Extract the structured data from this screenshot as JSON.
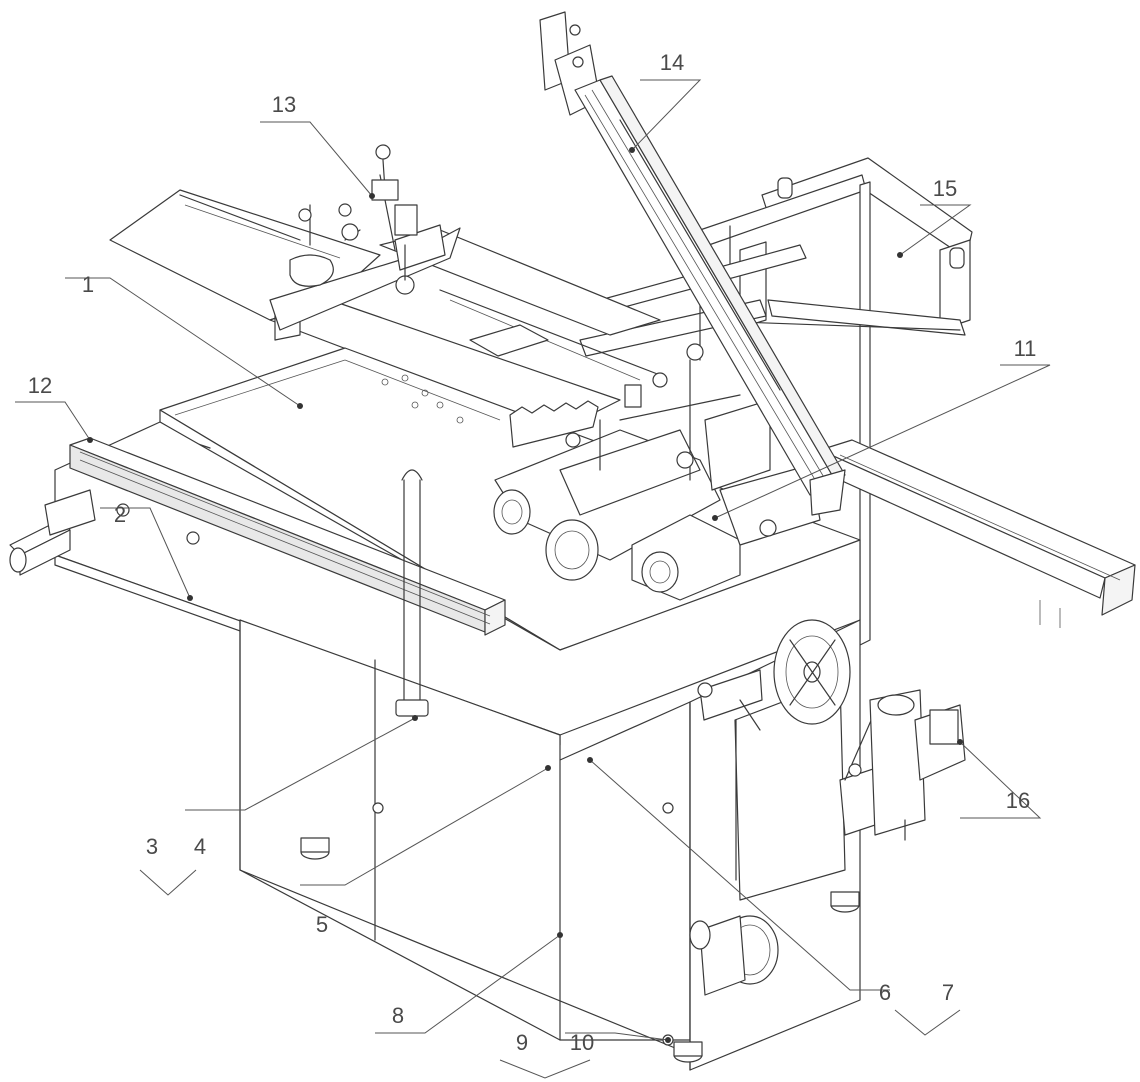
{
  "colors": {
    "ink": "#3a3a3a",
    "label": "#4a4a4a",
    "background": "#ffffff"
  },
  "callouts": [
    {
      "id": "c1",
      "label": "1"
    },
    {
      "id": "c2",
      "label": "2"
    },
    {
      "id": "c3",
      "label": "3"
    },
    {
      "id": "c4",
      "label": "4"
    },
    {
      "id": "c5",
      "label": "5"
    },
    {
      "id": "c6",
      "label": "6"
    },
    {
      "id": "c7",
      "label": "7"
    },
    {
      "id": "c8",
      "label": "8"
    },
    {
      "id": "c9",
      "label": "9"
    },
    {
      "id": "c10",
      "label": "10"
    },
    {
      "id": "c11",
      "label": "11"
    },
    {
      "id": "c12",
      "label": "12"
    },
    {
      "id": "c13",
      "label": "13"
    },
    {
      "id": "c14",
      "label": "14"
    },
    {
      "id": "c15",
      "label": "15"
    },
    {
      "id": "c16",
      "label": "16"
    }
  ]
}
